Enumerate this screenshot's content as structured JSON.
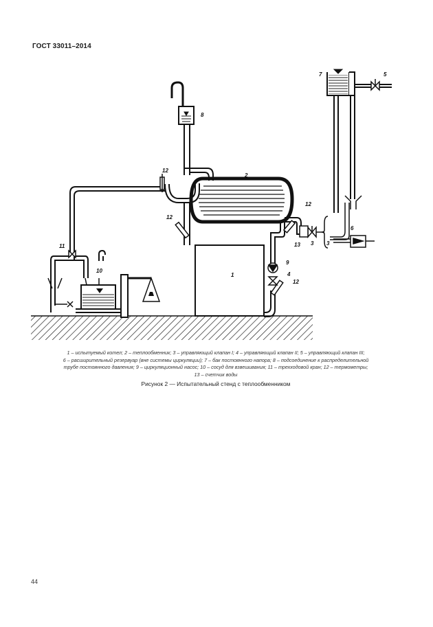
{
  "header": {
    "title": "ГОСТ 33011–2014"
  },
  "figure": {
    "labels": {
      "n1": "1",
      "n2": "2",
      "n3a": "3",
      "n3b": "3",
      "n4": "4",
      "n5": "5",
      "n6": "6",
      "n7": "7",
      "n8": "8",
      "n9": "9",
      "n10": "10",
      "n11": "11",
      "n12a": "12",
      "n12b": "12",
      "n12c": "12",
      "n12d": "12",
      "n13": "13"
    }
  },
  "legend": {
    "line1": "1 – испытуемый котел; 2 – теплообменник; 3 – управляющий клапан I; 4 – управляющий клапан II; 5 – управляющий клапан III;",
    "line2": "6 – расширительный резервуар (вне системы циркуляции); 7 – бак постоянного напора; 8 – подсоединение к распределительной",
    "line3": "трубе постоянного давления; 9 – циркуляционный насос; 10 – сосуд для взвешивания; 11 – трехходовой кран; 12 – термометры;",
    "line4": "13 – счетчик воды"
  },
  "caption": "Рисунок 2 — Испытательный стенд с теплообменником",
  "page_number": "44"
}
